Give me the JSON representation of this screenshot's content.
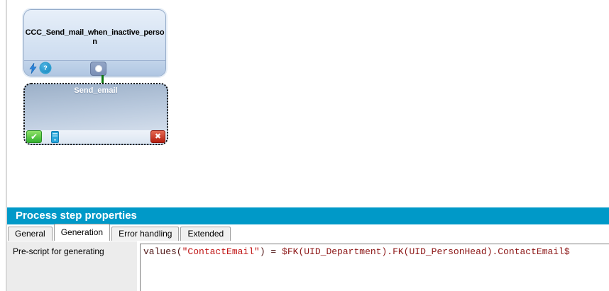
{
  "canvas": {
    "nodes": [
      {
        "id": "process-node",
        "title": "CCC_Send_mail_when_inactive_person",
        "title_lines": [
          "CCC_Send_mail_when_inactive_perso",
          "n"
        ],
        "icons": [
          "lightning-icon",
          "gear-question-icon"
        ],
        "gear_glyph": "?",
        "port": "output-port"
      },
      {
        "id": "step-node",
        "title": "Send_email",
        "selected": true,
        "icons": [
          "success-check-icon",
          "server-icon",
          "error-x-icon"
        ],
        "check_glyph": "✔",
        "x_glyph": "✖"
      }
    ],
    "connection": {
      "from": "CCC_Send_mail_when_inactive_person",
      "to": "Send_email",
      "color": "#0f7a10"
    }
  },
  "panel": {
    "header": "Process step properties",
    "header_color": "#0099c8",
    "tabs": [
      {
        "label": "General",
        "active": false
      },
      {
        "label": "Generation",
        "active": true
      },
      {
        "label": "Error handling",
        "active": false
      },
      {
        "label": "Extended",
        "active": false
      }
    ],
    "properties": [
      {
        "label": "Pre-script for generating",
        "value": "values(\"ContactEmail\") = $FK(UID_Department).FK(UID_PersonHead).ContactEmail$",
        "segments": [
          {
            "text": "values(",
            "color": "#4f1616"
          },
          {
            "text": "\"ContactEmail\"",
            "color": "#c01414"
          },
          {
            "text": ") = ",
            "color": "#4f1616"
          },
          {
            "text": "$FK(UID_Department).FK(UID_PersonHead).ContactEmail$",
            "color": "#8c1616"
          }
        ]
      }
    ]
  }
}
